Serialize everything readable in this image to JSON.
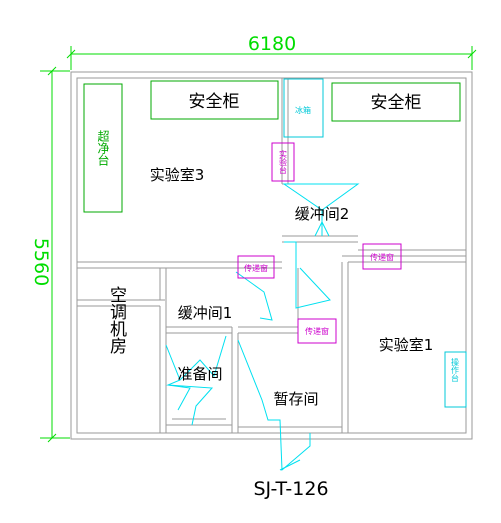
{
  "dimensions": {
    "width": "6180",
    "height": "5560"
  },
  "rooms": {
    "lab3": "实验室3",
    "lab1": "实验室1",
    "buffer2": "缓冲间2",
    "buffer1": "缓冲间1",
    "prep": "准备间",
    "storage": "暂存间",
    "ac_room": "空调机房"
  },
  "equipment": {
    "safety_cabinet_left": "安全柜",
    "safety_cabinet_right": "安全柜",
    "fridge": "冰箱",
    "workbench": "超净台",
    "lab_bench": "实验台",
    "pass_box_1": "传递窗",
    "pass_box_2": "传递窗",
    "pass_box_3": "传递窗",
    "right_bench": "操作台"
  },
  "drawing_id": "SJ-T-126",
  "colors": {
    "dimension": "#00dd00",
    "equipment_green": "#00aa00",
    "equipment_magenta": "#cc00cc",
    "fixture_cyan": "#00c8d8",
    "walls": "#9a9a9a"
  }
}
